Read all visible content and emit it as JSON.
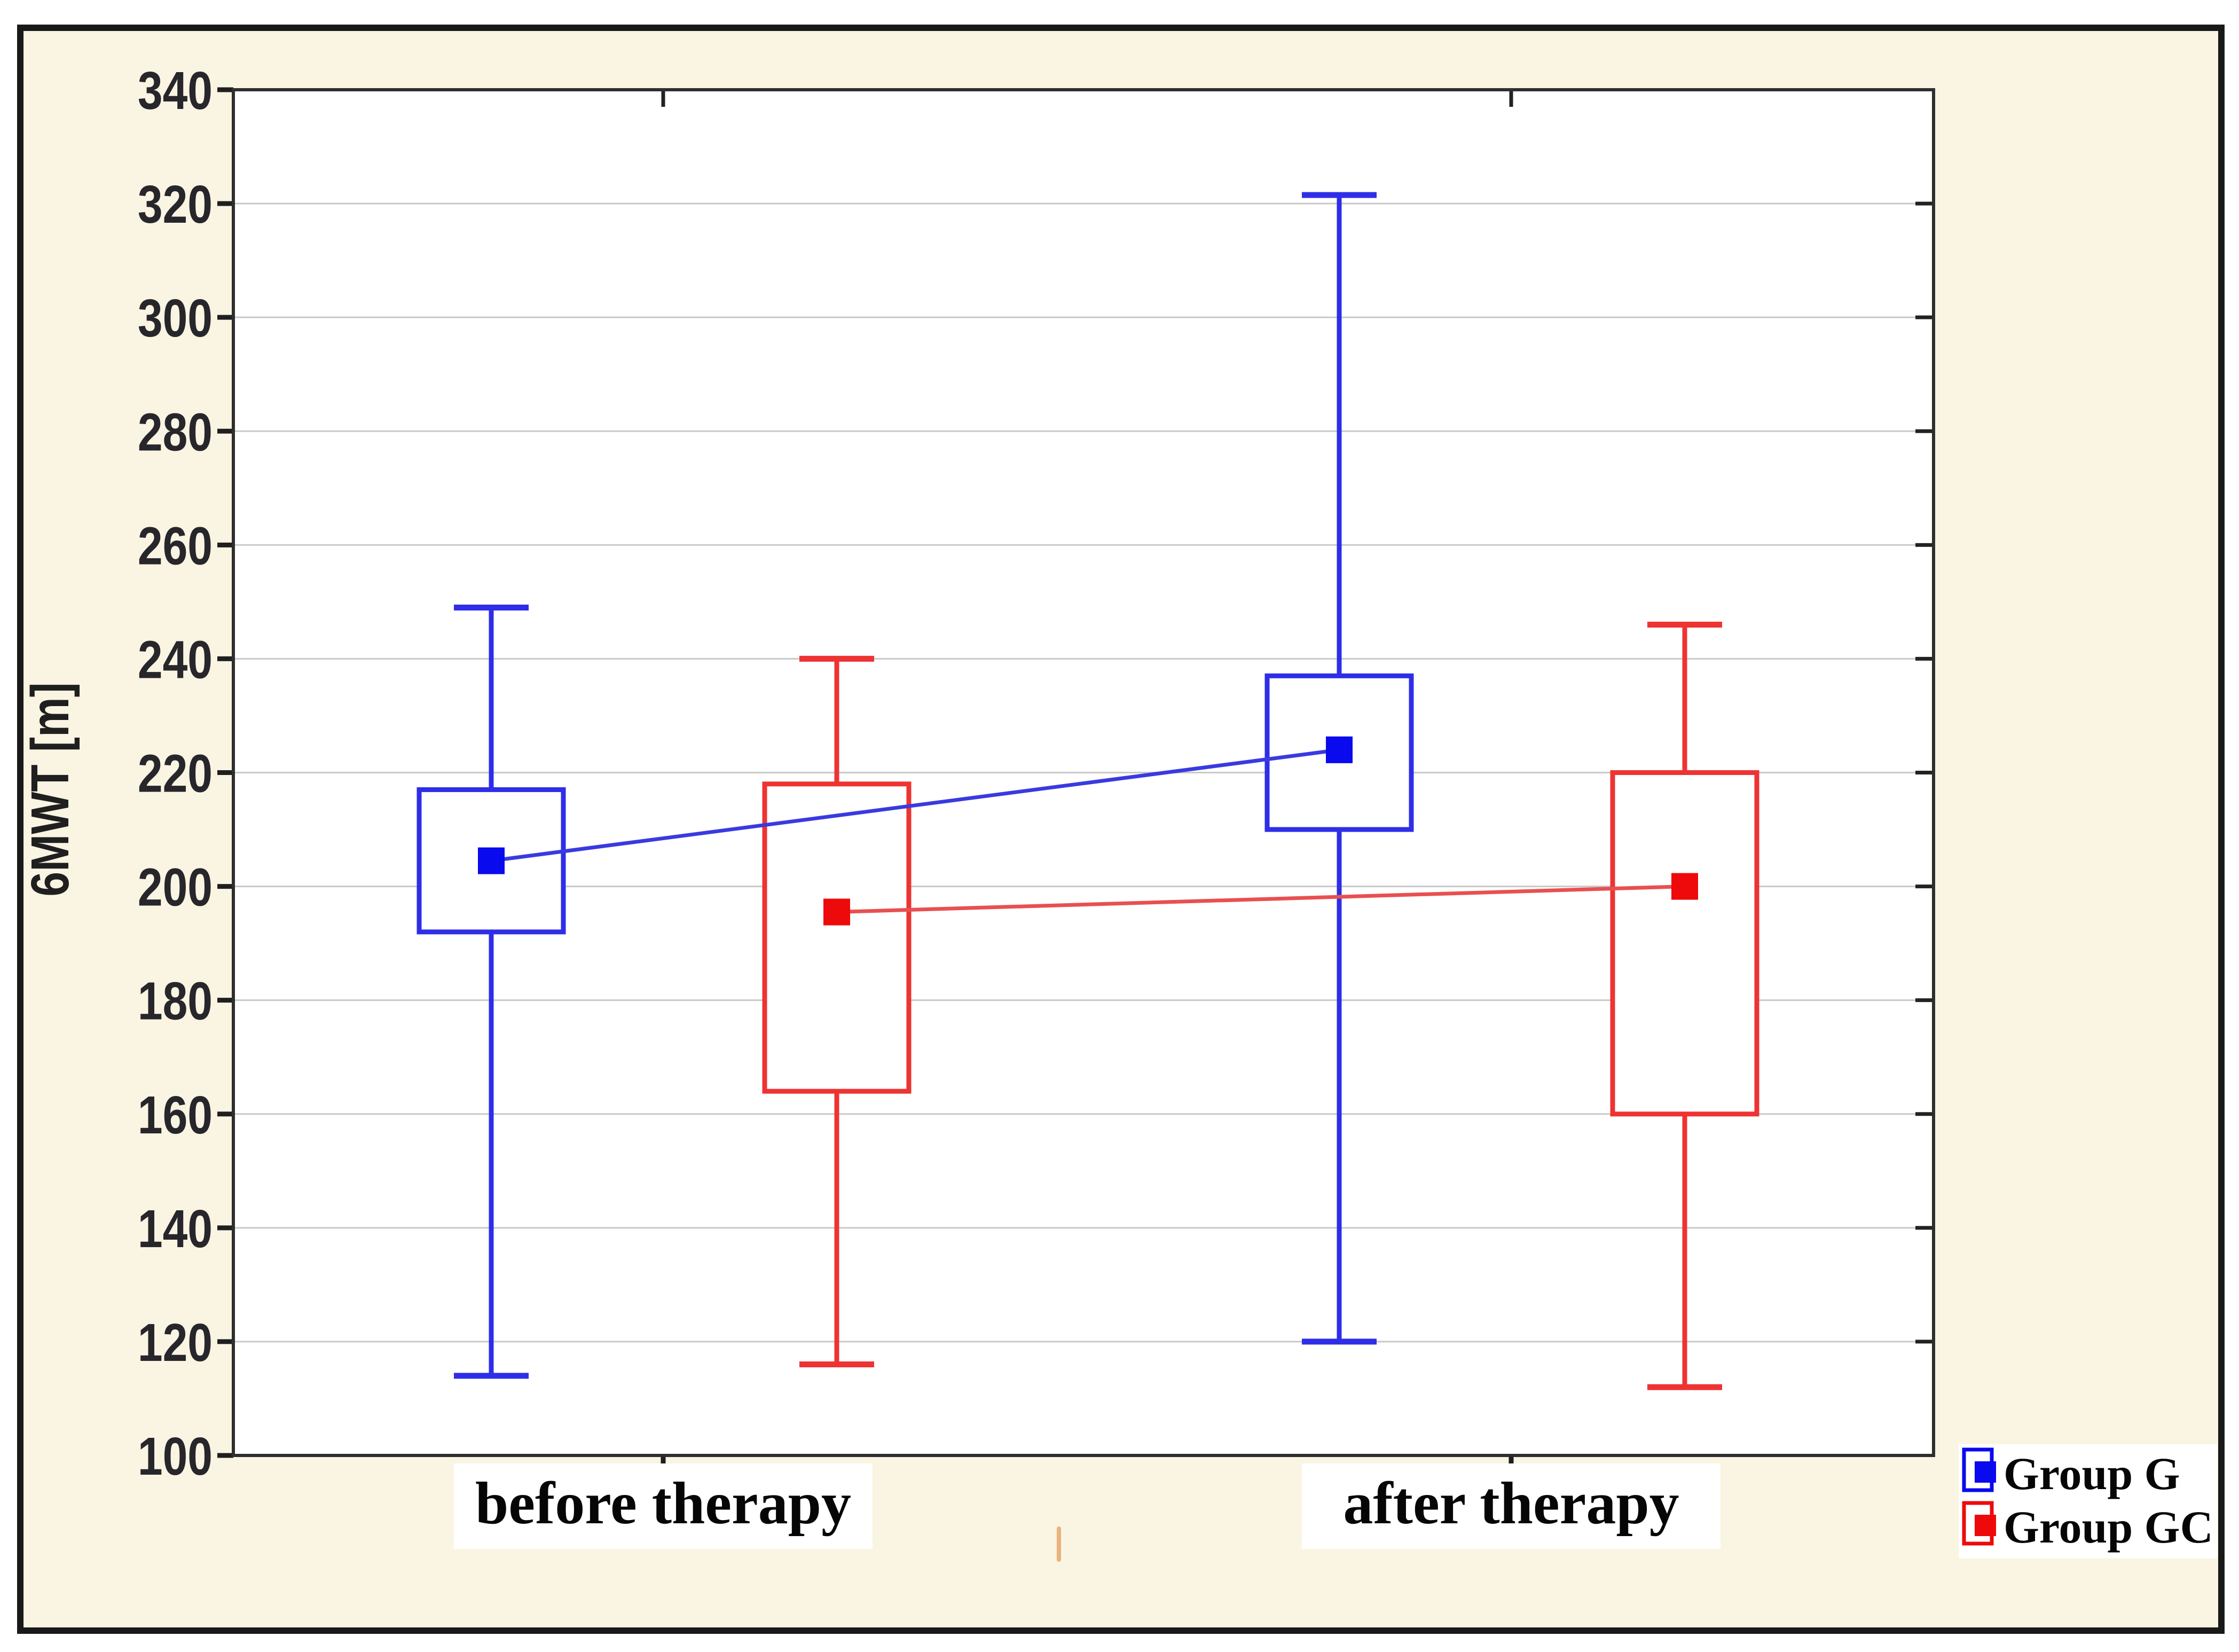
{
  "figure": {
    "background_color": "#faf4e2",
    "border_color": "#191919",
    "plot_background": "#ffffff",
    "gridline_color": "#c9c9c9"
  },
  "y_axis": {
    "label": "6MWT [m]",
    "min": 100,
    "max": 340,
    "tick_step": 20,
    "tick_labels": [
      "100",
      "120",
      "140",
      "160",
      "180",
      "200",
      "220",
      "240",
      "260",
      "280",
      "300",
      "320",
      "340"
    ]
  },
  "x_axis": {
    "categories": [
      "before therapy",
      "after therapy"
    ]
  },
  "legend": {
    "items": [
      {
        "label": "Group G",
        "color": "#0a0aee"
      },
      {
        "label": "Group GC",
        "color": "#ee0a0a"
      }
    ]
  },
  "chart_data": {
    "type": "box",
    "title": "",
    "xlabel": "",
    "ylabel": "6MWT [m]",
    "ylim": [
      100,
      340
    ],
    "ytick_step": 20,
    "grid": "horizontal",
    "legend_position": "bottom-right",
    "categories": [
      "before therapy",
      "after therapy"
    ],
    "series": [
      {
        "name": "Group G",
        "color": "#0a0aee",
        "stroke_color": "#2e2ee8",
        "line_color": "#3a3ae0",
        "boxes": [
          {
            "category": "before therapy",
            "whisker_low": 114,
            "box_low": 192,
            "mean": 204.5,
            "box_high": 217,
            "whisker_high": 249
          },
          {
            "category": "after therapy",
            "whisker_low": 120,
            "box_low": 210,
            "mean": 224,
            "box_high": 237,
            "whisker_high": 321.5
          }
        ]
      },
      {
        "name": "Group GC",
        "color": "#ee0a0a",
        "stroke_color": "#ee3333",
        "line_color": "#e85050",
        "boxes": [
          {
            "category": "before therapy",
            "whisker_low": 116,
            "box_low": 164,
            "mean": 195.5,
            "box_high": 218,
            "whisker_high": 240
          },
          {
            "category": "after therapy",
            "whisker_low": 112,
            "box_low": 160,
            "mean": 200,
            "box_high": 220,
            "whisker_high": 246
          }
        ]
      }
    ]
  }
}
